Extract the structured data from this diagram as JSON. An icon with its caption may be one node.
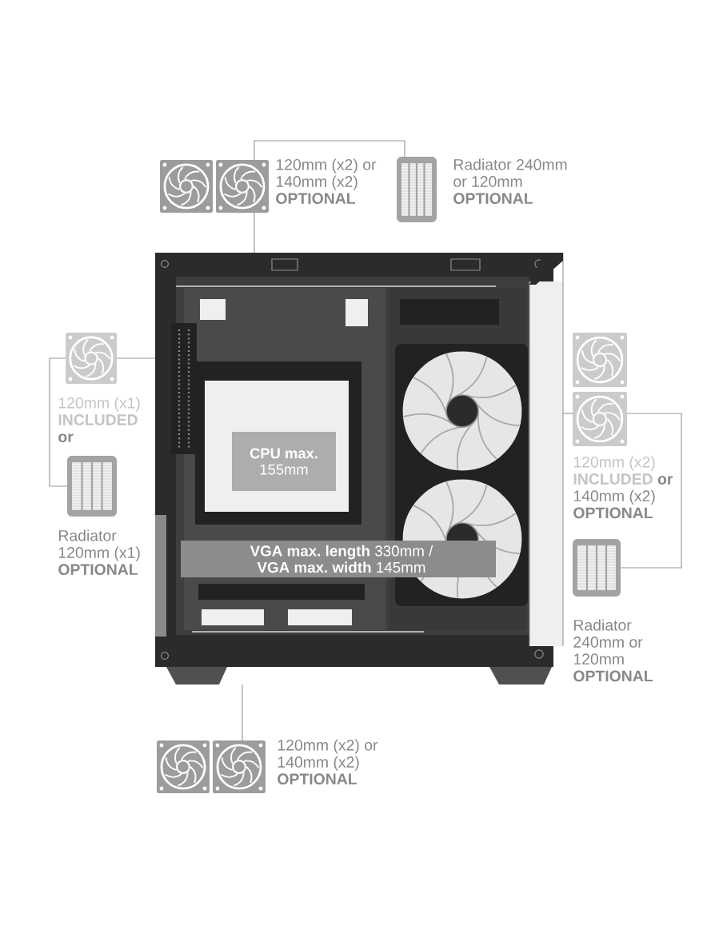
{
  "diagram": {
    "nodes": [
      {
        "text": [],
        "shape": "picture",
        "beside": [
          "120mm (x2) or 140mm (x2) **OPTIONAL**"
        ]
      },
      {
        "text": [],
        "shape": "picture",
        "beside": [
          "Radiator 240mm or 120mm **OPTIONAL**"
        ]
      },
      {
        "text": [],
        "shape": "picture"
      },
      {
        "text": [
          "**CPU max.** 155mm"
        ],
        "in": 2
      },
      {
        "text": [
          "**VGA max. length** 330mm / **VGA max. width** 145mm"
        ],
        "in": 2
      },
      {
        "text": [],
        "shape": "picture",
        "beside": [
          "120mm (x1) **INCLUDED**",
          "or"
        ]
      },
      {
        "text": [],
        "shape": "picture",
        "beside": [
          "Radiator 120mm (x1) **OPTIONAL**"
        ]
      },
      {
        "text": [],
        "shape": "picture",
        "beside": [
          "120mm (x2) **INCLUDED**",
          "**or** 140mm (x2) **OPTIONAL**"
        ]
      },
      {
        "text": [],
        "shape": "picture",
        "beside": [
          "Radiator 240mm or 120mm **OPTIONAL**"
        ]
      },
      {
        "text": [],
        "shape": "picture",
        "beside": [
          "120mm (x2) or 140mm (x2) **OPTIONAL**"
        ]
      }
    ],
    "edges": [
      {
        "from": 0,
        "to": 1,
        "arrow": "none"
      },
      {
        "from": 0,
        "to": 2,
        "arrow": "none"
      },
      {
        "from": 5,
        "to": 2,
        "arrow": "none"
      },
      {
        "from": 5,
        "to": 6,
        "arrow": "none"
      },
      {
        "from": 7,
        "to": 2,
        "arrow": "none"
      },
      {
        "from": 7,
        "to": 8,
        "arrow": "none"
      },
      {
        "from": 9,
        "to": 2,
        "arrow": "none"
      }
    ]
  }
}
